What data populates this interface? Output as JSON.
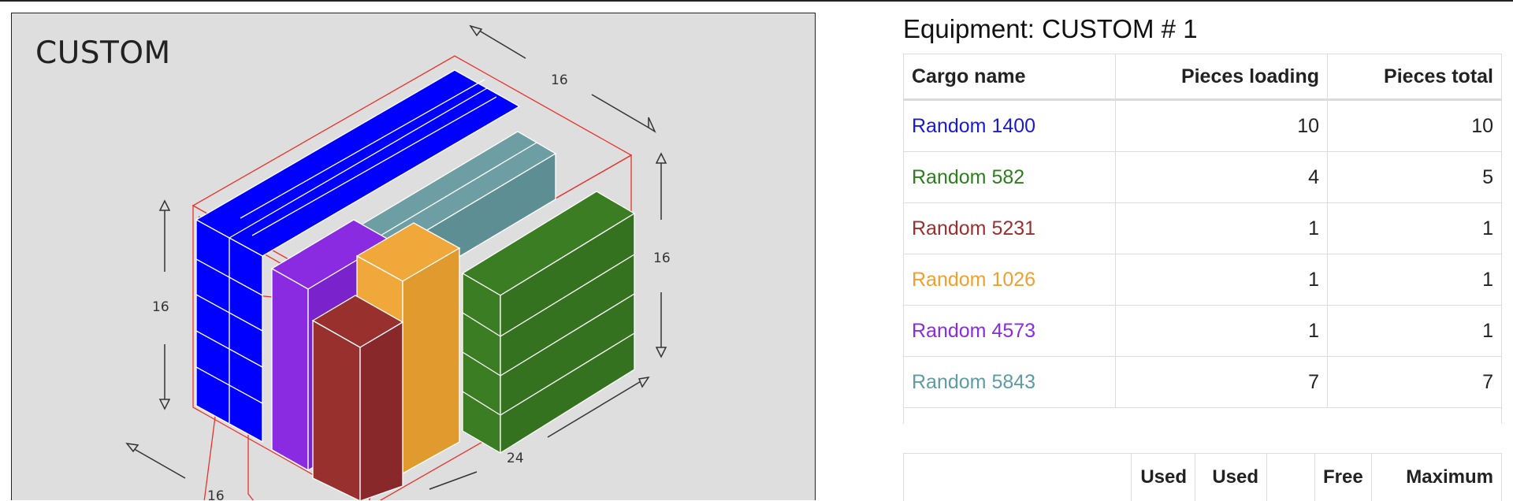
{
  "visualization": {
    "title": "CUSTOM",
    "dimensions": {
      "top": "16",
      "right": "16",
      "left": "16",
      "bottom_front": "24",
      "bottom_left": "16"
    },
    "colors": {
      "blue": "#0000ff",
      "purple": "#8a2be2",
      "dark_red": "#98302e",
      "orange": "#f0a83a",
      "teal": "#6d9ea4",
      "green": "#3a7d22",
      "outline": "#e8322a"
    }
  },
  "equipment": {
    "label": "Equipment:",
    "name": "CUSTOM # 1"
  },
  "cargo_table": {
    "headers": [
      "Cargo name",
      "Pieces loading",
      "Pieces total"
    ],
    "rows": [
      {
        "name": "Random 1400",
        "loading": "10",
        "total": "10",
        "color": "#1a1ad6"
      },
      {
        "name": "Random 582",
        "loading": "4",
        "total": "5",
        "color": "#2e7d1e"
      },
      {
        "name": "Random 5231",
        "loading": "1",
        "total": "1",
        "color": "#9b2f2f"
      },
      {
        "name": "Random 1026",
        "loading": "1",
        "total": "1",
        "color": "#f0a030"
      },
      {
        "name": "Random 4573",
        "loading": "1",
        "total": "1",
        "color": "#8a2be2"
      },
      {
        "name": "Random 5843",
        "loading": "7",
        "total": "7",
        "color": "#5f9ba3"
      }
    ]
  },
  "summary_table": {
    "headers": [
      "",
      "Used",
      "Used",
      "",
      "Free",
      "Maximum"
    ]
  }
}
